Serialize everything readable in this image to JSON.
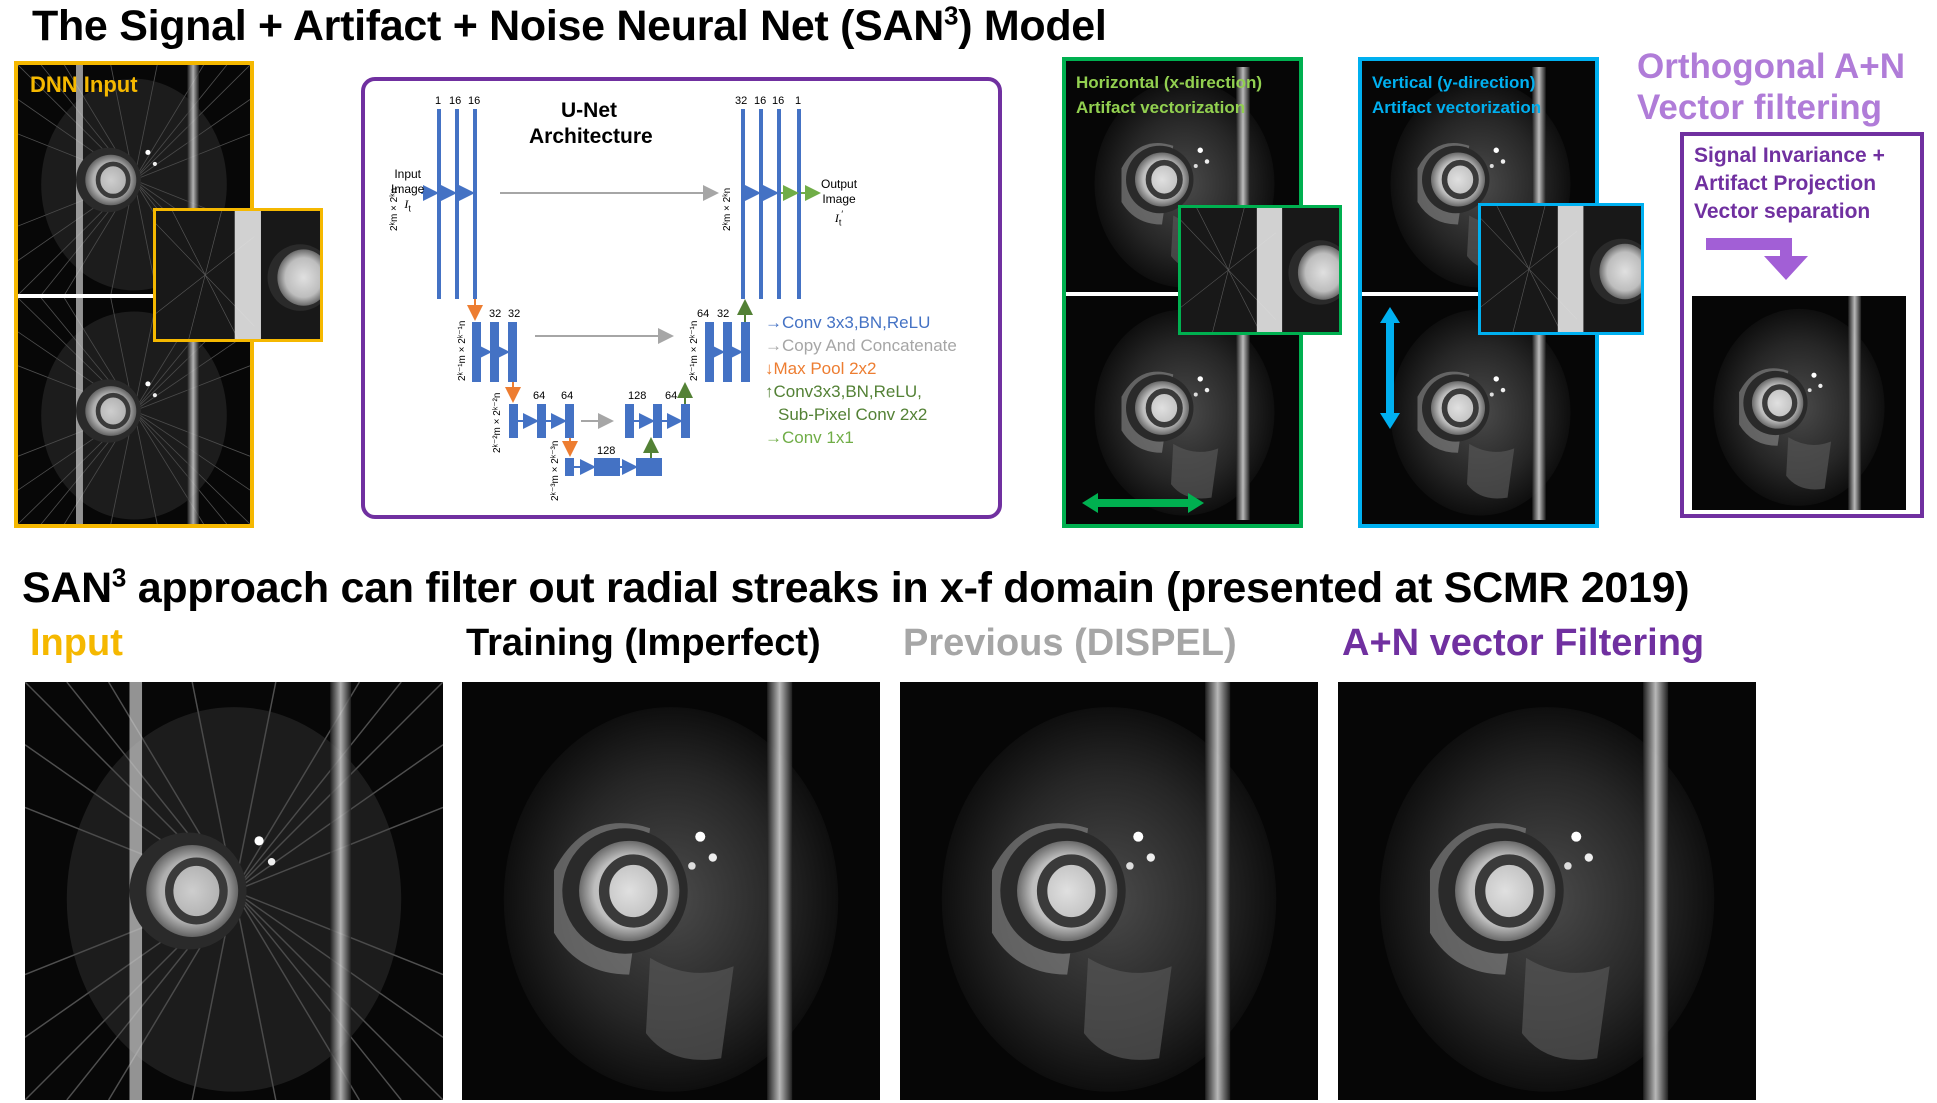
{
  "main_title": {
    "prefix": "The Signal + Artifact + Noise Neural Net (SAN",
    "sup": "3",
    "suffix": ") Model"
  },
  "dnn_input": {
    "label": "DNN Input",
    "color": "#F5B800"
  },
  "unet": {
    "title_line1": "U-Net",
    "title_line2": "Architecture",
    "input_label_1": "Input",
    "input_label_2": "Image",
    "input_symbol": "I",
    "input_sub": "t",
    "output_label_1": "Output",
    "output_label_2": "Image",
    "output_symbol": "I",
    "output_sub": "t",
    "output_prime": "′",
    "numbers": {
      "enc1": [
        "1",
        "16",
        "16"
      ],
      "enc2": [
        "32",
        "32"
      ],
      "enc3": [
        "64",
        "64"
      ],
      "bottom": "128",
      "dec3": [
        "128",
        "64"
      ],
      "dec2": [
        "64",
        "32"
      ],
      "dec1": [
        "32",
        "16",
        "16",
        "1"
      ]
    },
    "dims": {
      "l1": "2ᵏm × 2ᵏn",
      "l2": "2ᵏ⁻¹m × 2ᵏ⁻¹n",
      "l3": "2ᵏ⁻²m × 2ᵏ⁻²n",
      "l4": "2ᵏ⁻³m × 2ᵏ⁻³n"
    },
    "legend": [
      {
        "arrow": "→",
        "text": "Conv 3x3,BN,ReLU",
        "color": "#4472C4"
      },
      {
        "arrow": "→",
        "text": "Copy And Concatenate",
        "color": "#A6A6A6"
      },
      {
        "arrow": "↓",
        "text": "Max Pool 2x2",
        "color": "#ED7D31"
      },
      {
        "arrow": "↑",
        "text": "Conv3x3,BN,ReLU,",
        "color": "#538135"
      },
      {
        "arrow": "",
        "text": "Sub-Pixel Conv 2x2",
        "color": "#538135"
      },
      {
        "arrow": "→",
        "text": "Conv 1x1",
        "color": "#70AD47"
      }
    ],
    "box_color": "#7030A0",
    "block_color": "#4472C4"
  },
  "horizontal": {
    "line1": "Horizontal (x-direction)",
    "line2": "Artifact vectorization",
    "color": "#92D050",
    "border": "#00B050"
  },
  "vertical": {
    "line1": "Vertical (y-direction)",
    "line2": "Artifact vectorization",
    "color": "#00B0F0",
    "border": "#00B0F0"
  },
  "orthogonal": {
    "title_line1": "Orthogonal A+N",
    "title_line2": "Vector filtering",
    "title_color": "#B07CD8",
    "box_line1": "Signal Invariance +",
    "box_line2": "Artifact Projection",
    "box_line3": "Vector separation",
    "box_color": "#7030A0"
  },
  "subtitle": {
    "prefix": "SAN",
    "sup": "3",
    "suffix": " approach can filter out radial streaks in x-f domain (presented at SCMR 2019)"
  },
  "bottom_labels": [
    {
      "text": "Input",
      "color": "#F5B800"
    },
    {
      "text": "Training (Imperfect)",
      "color": "#000000"
    },
    {
      "text": "Previous (DISPEL)",
      "color": "#A6A6A6"
    },
    {
      "text": "A+N vector Filtering",
      "color": "#7030A0"
    }
  ]
}
